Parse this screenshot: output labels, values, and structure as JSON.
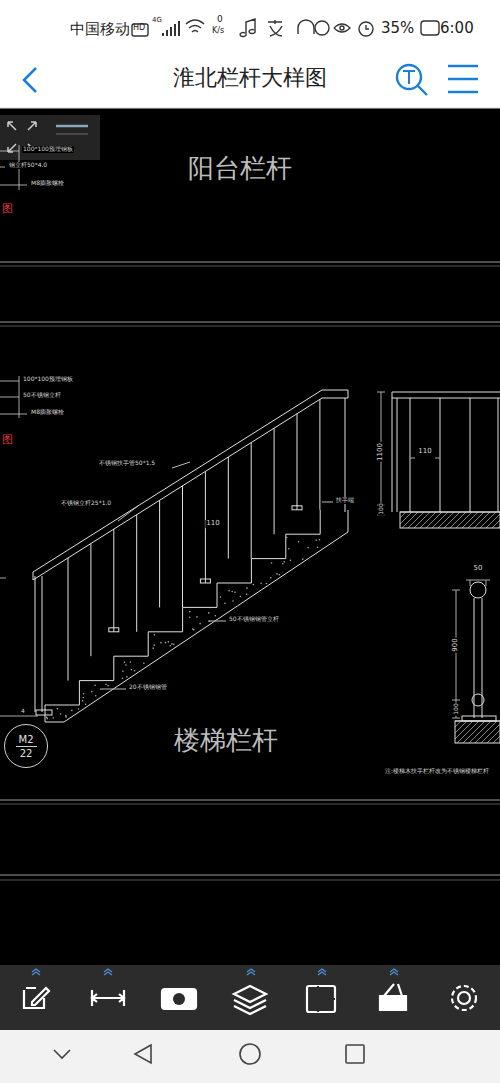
{
  "diagram": {
    "title": "淮北栏杆大样图",
    "nodes": [
      {
        "text": [
          "M2",
          "22"
        ]
      }
    ],
    "labels": [
      "中国移动",
      "HD",
      "4G",
      "0",
      "K/s",
      "35%",
      "6:00",
      "100*100预埋钢板",
      "钢立杆50*4.0",
      "M8膨胀螺栓",
      "图",
      "阳台栏杆",
      "100*100预埋钢板",
      "50不锈钢立杆",
      "M8膨胀螺栓",
      "图",
      "不锈钢扶手管50*1.5",
      "不锈钢立杆25*1.0",
      "110",
      "扶手端",
      "50不锈钢钢管立杆",
      "20不锈钢钢管",
      "楼梯栏杆",
      "1100",
      "110",
      "100",
      "50",
      "900",
      "100",
      "注:楼梯木扶手栏杆改为不锈钢楼梯栏杆",
      "4"
    ]
  }
}
